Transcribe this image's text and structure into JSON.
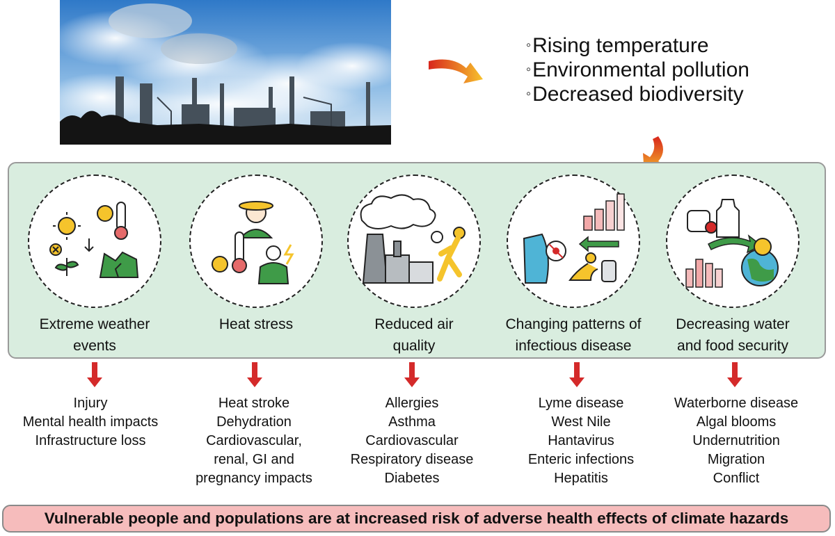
{
  "causes": [
    "Rising temperature",
    "Environmental pollution",
    "Decreased biodiversity"
  ],
  "bullet_char": "◦",
  "hazards": [
    {
      "icon": "extreme-weather-illustration",
      "label": [
        "Extreme weather",
        "events"
      ],
      "effects": [
        "Injury",
        "Mental health impacts",
        "Infrastructure loss"
      ]
    },
    {
      "icon": "heat-stress-illustration",
      "label": [
        "Heat stress"
      ],
      "effects": [
        "Heat stroke",
        "Dehydration",
        "Cardiovascular,",
        "renal, GI and",
        "pregnancy impacts"
      ]
    },
    {
      "icon": "air-quality-illustration",
      "label": [
        "Reduced air",
        "quality"
      ],
      "effects": [
        "Allergies",
        "Asthma",
        "Cardiovascular",
        "Respiratory disease",
        "Diabetes"
      ]
    },
    {
      "icon": "infectious-disease-illustration",
      "label": [
        "Changing patterns of",
        "infectious disease"
      ],
      "effects": [
        "Lyme disease",
        "West Nile",
        "Hantavirus",
        "Enteric infections",
        "Hepatitis"
      ]
    },
    {
      "icon": "food-water-security-illustration",
      "label": [
        "Decreasing water",
        "and food security"
      ],
      "effects": [
        "Waterborne disease",
        "Algal blooms",
        "Undernutrition",
        "Migration",
        "Conflict"
      ]
    }
  ],
  "banner": "Vulnerable people and populations are at increased risk of adverse health effects of climate hazards",
  "colors": {
    "panel_bg": "#d9eddf",
    "banner_bg": "#f6bcbc",
    "arrow_red": "#d42a2a",
    "curve_arrow_start": "#d8261c",
    "curve_arrow_end": "#f7c22c"
  }
}
